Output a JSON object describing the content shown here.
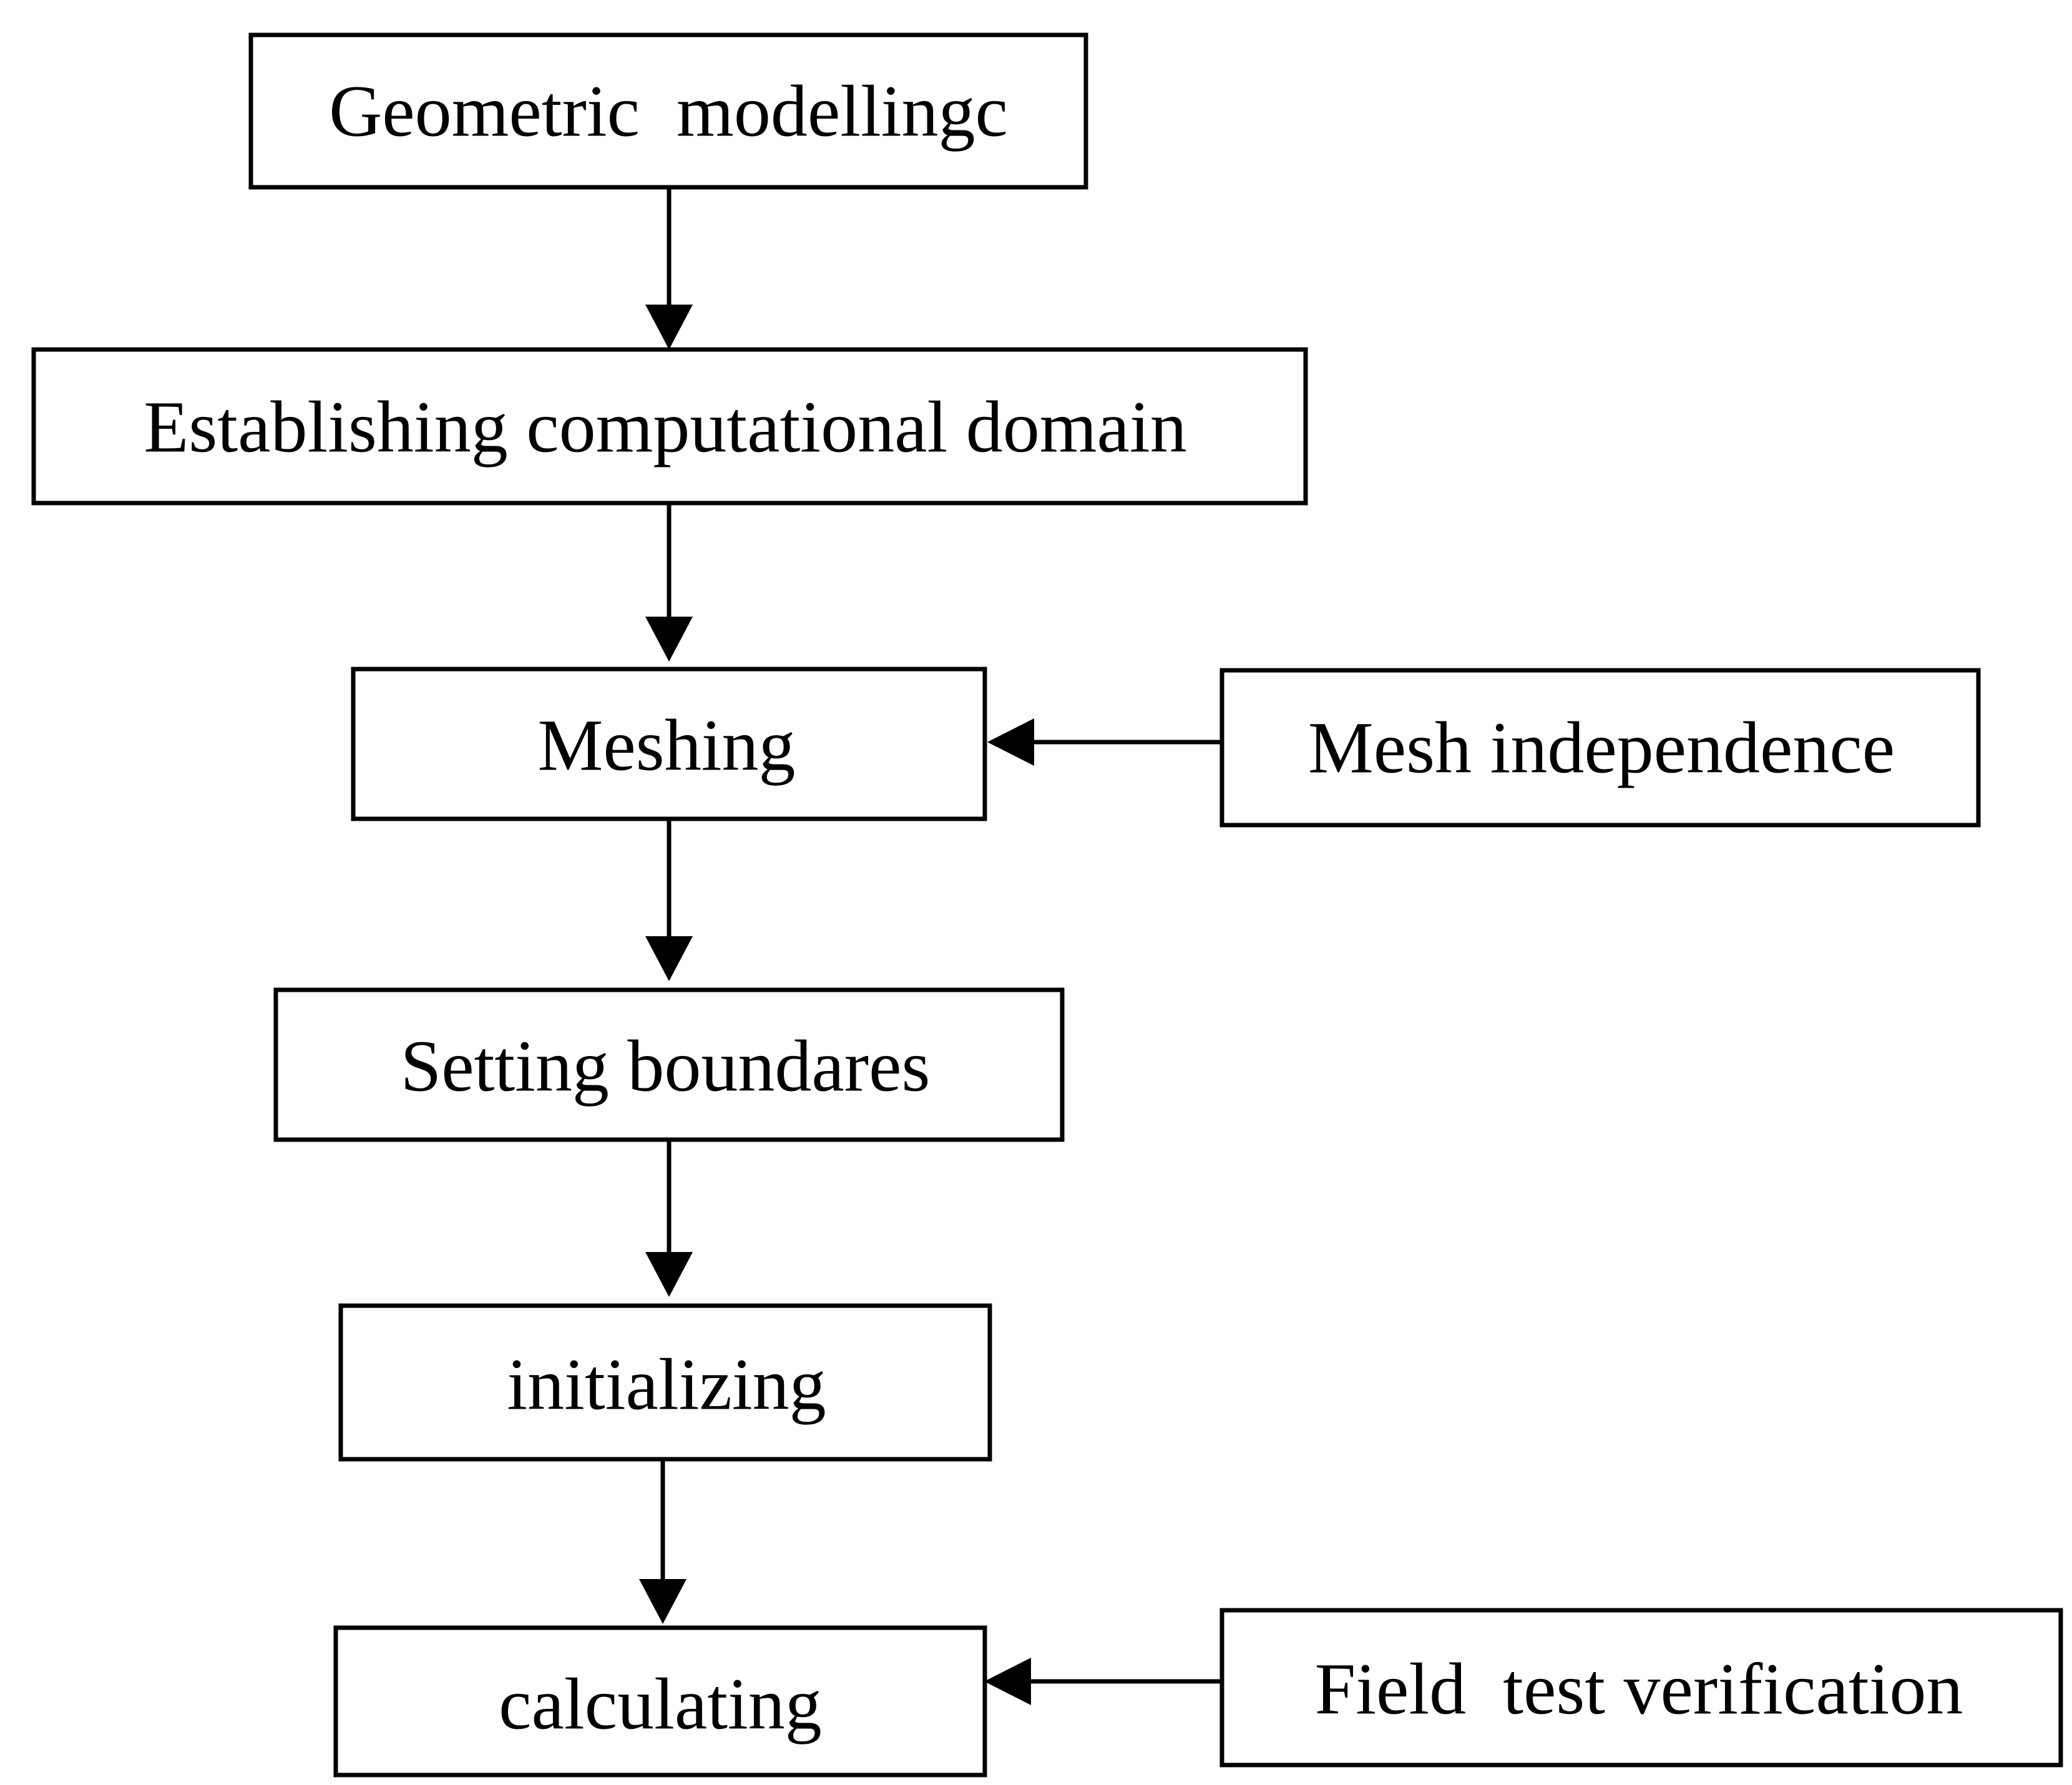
{
  "nodes": [
    {
      "id": "geometric-modelling",
      "label": "Geometric  modellingc"
    },
    {
      "id": "establishing-domain",
      "label": "Establishing computational domain"
    },
    {
      "id": "meshing",
      "label": "Meshing"
    },
    {
      "id": "mesh-independence",
      "label": "Mesh independence"
    },
    {
      "id": "setting-boundaries",
      "label": "Setting boundares"
    },
    {
      "id": "initializing",
      "label": "initializing"
    },
    {
      "id": "calculating",
      "label": "calculating"
    },
    {
      "id": "field-test-verification",
      "label": "Field  test verification"
    }
  ],
  "edges": [
    {
      "from": "geometric-modelling",
      "to": "establishing-domain"
    },
    {
      "from": "establishing-domain",
      "to": "meshing"
    },
    {
      "from": "mesh-independence",
      "to": "meshing"
    },
    {
      "from": "meshing",
      "to": "setting-boundaries"
    },
    {
      "from": "setting-boundaries",
      "to": "initializing"
    },
    {
      "from": "initializing",
      "to": "calculating"
    },
    {
      "from": "field-test-verification",
      "to": "calculating"
    }
  ]
}
